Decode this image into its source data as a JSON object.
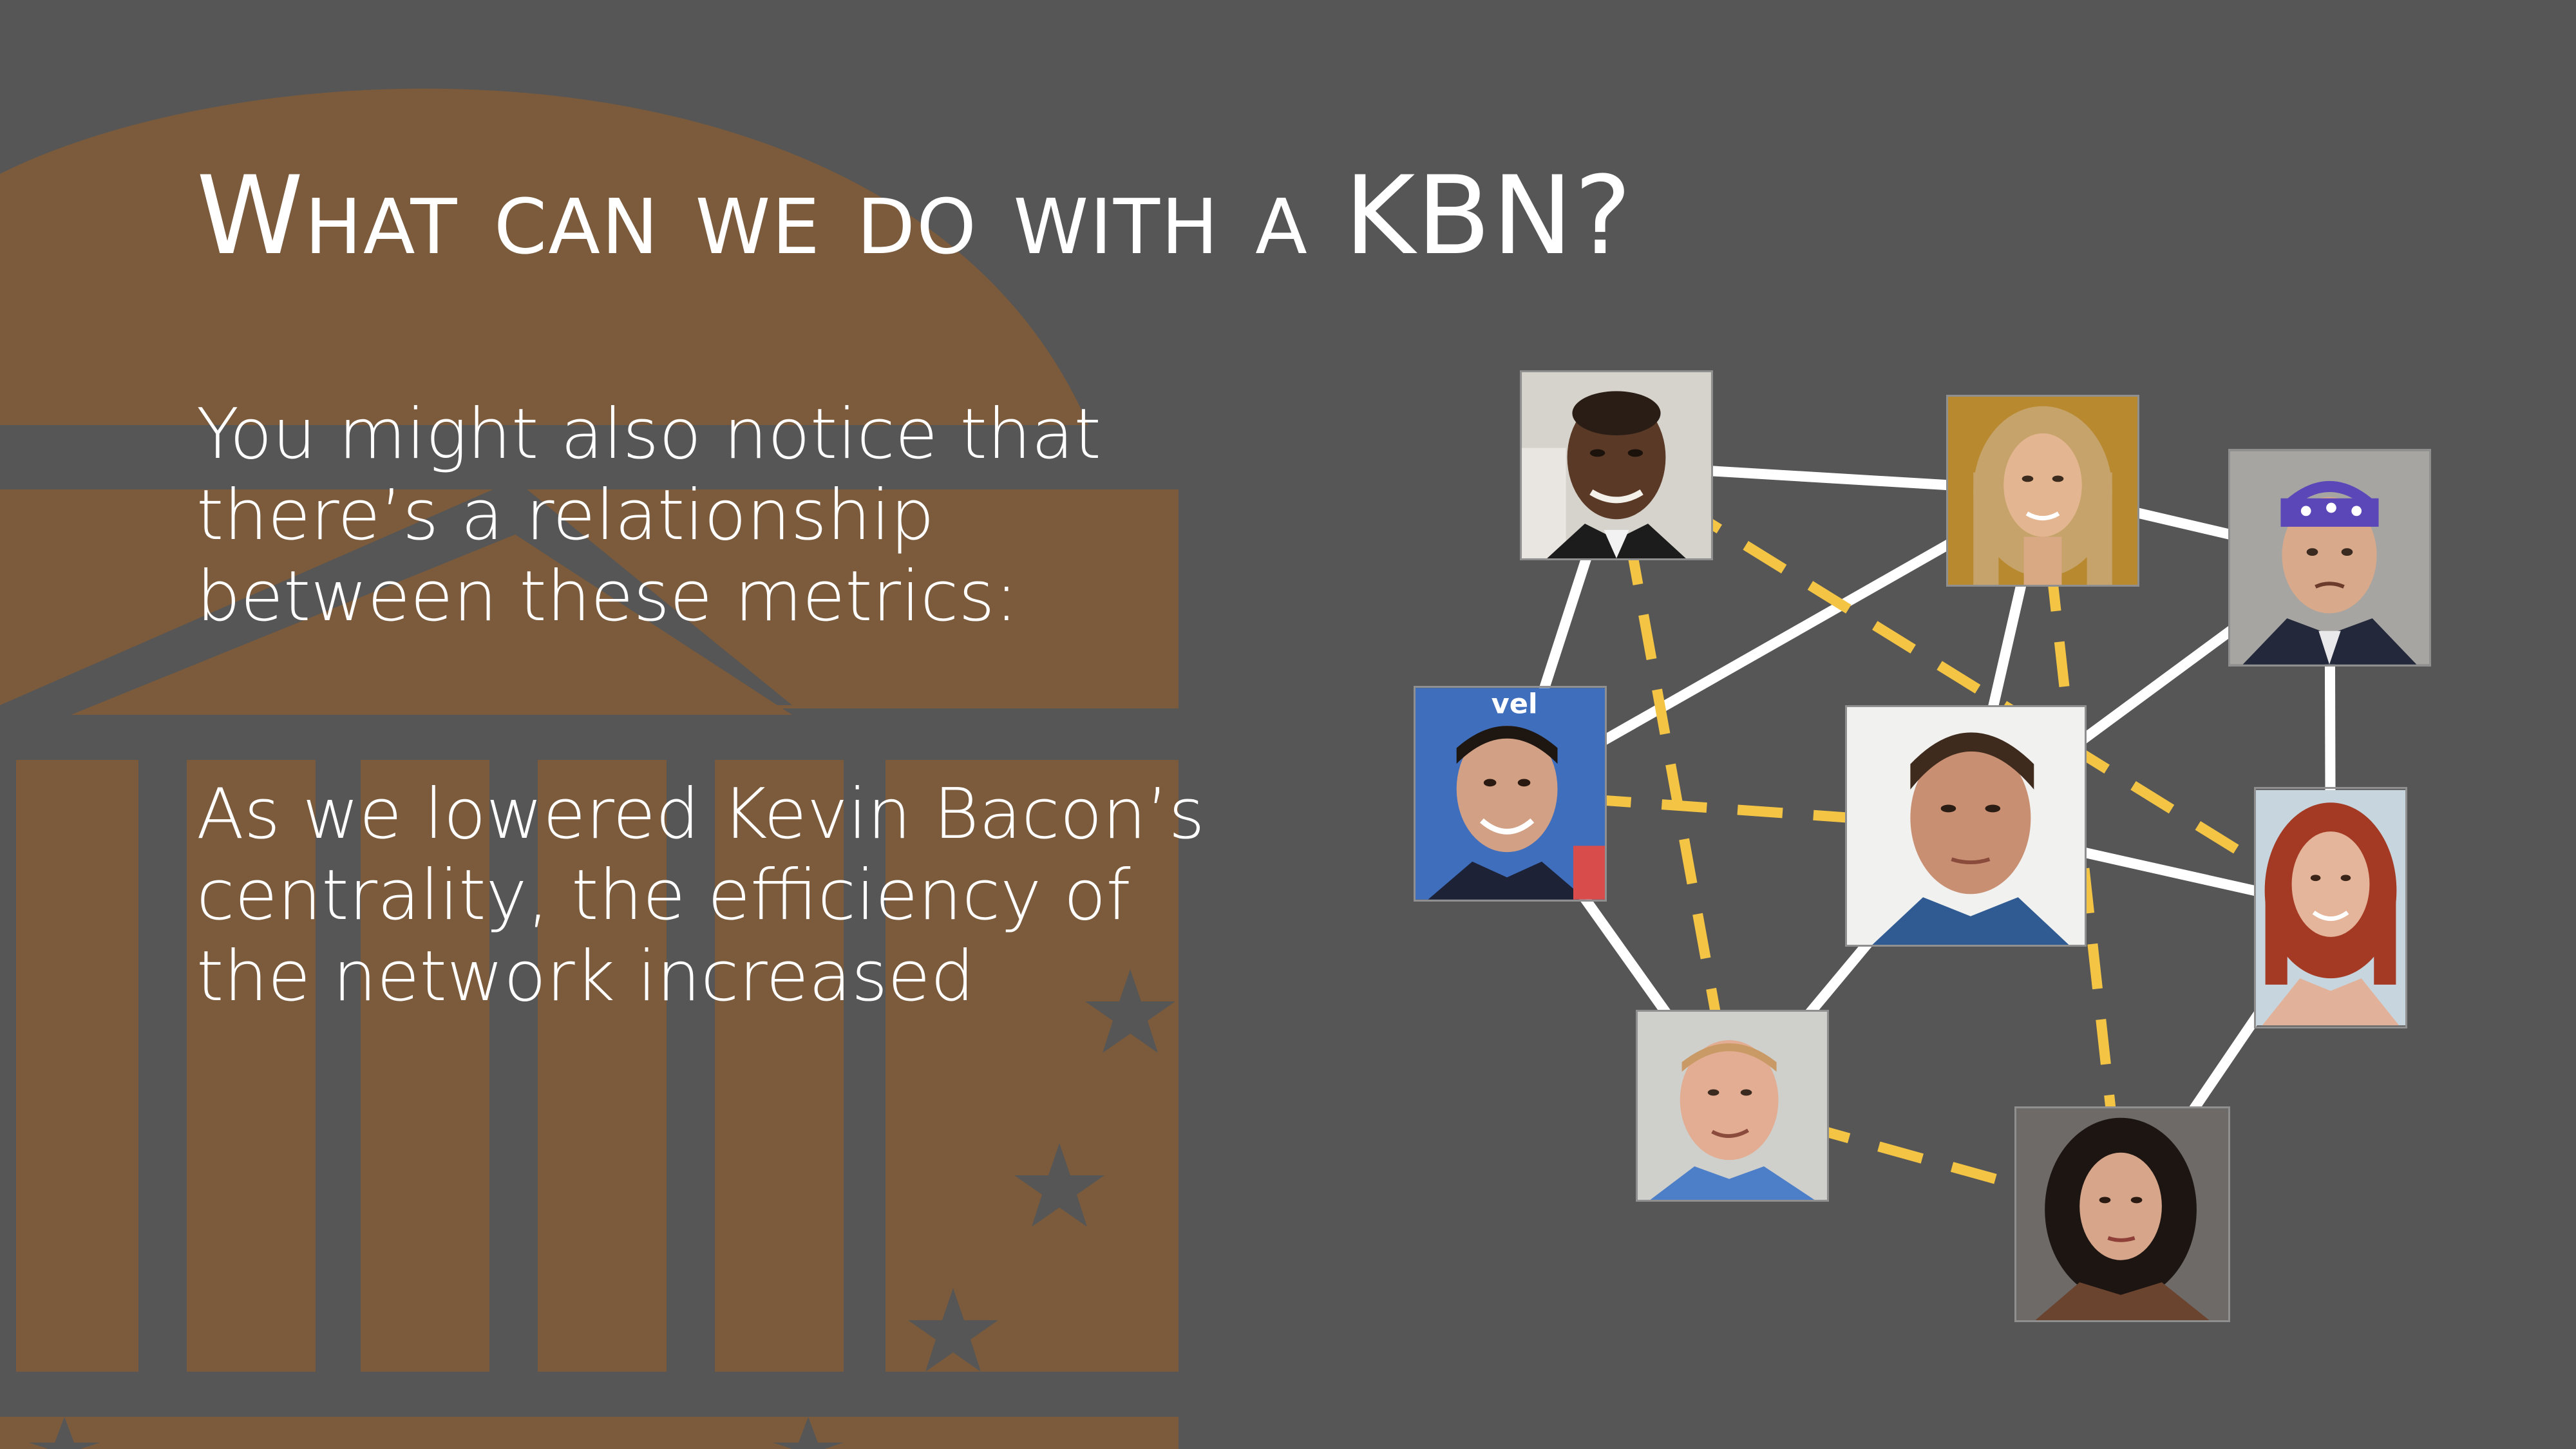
{
  "slide": {
    "title": "What can we do with a KBN?",
    "paragraph_1": "You might also notice that\nthere’s a relationship\nbetween these metrics:",
    "paragraph_2": "As we lowered Kevin Bacon’s\ncentrality, the efficiency of\nthe network increased"
  },
  "colors": {
    "background": "#565656",
    "emblem": "#7b5b3c",
    "text": "#ffffff",
    "solid_edge": "#ffffff",
    "dashed_edge": "#f4c545"
  },
  "network": {
    "nodes": [
      {
        "id": "portrait-1"
      },
      {
        "id": "portrait-2"
      },
      {
        "id": "portrait-3"
      },
      {
        "id": "portrait-4"
      },
      {
        "id": "portrait-5"
      },
      {
        "id": "portrait-6"
      },
      {
        "id": "portrait-7"
      },
      {
        "id": "portrait-8"
      }
    ],
    "solid_edges": [
      [
        "portrait-1",
        "portrait-2"
      ],
      [
        "portrait-1",
        "portrait-4"
      ],
      [
        "portrait-2",
        "portrait-3"
      ],
      [
        "portrait-2",
        "portrait-4"
      ],
      [
        "portrait-2",
        "portrait-5"
      ],
      [
        "portrait-3",
        "portrait-5"
      ],
      [
        "portrait-3",
        "portrait-6"
      ],
      [
        "portrait-4",
        "portrait-7"
      ],
      [
        "portrait-5",
        "portrait-6"
      ],
      [
        "portrait-5",
        "portrait-7"
      ],
      [
        "portrait-6",
        "portrait-8"
      ]
    ],
    "dashed_edges": [
      [
        "portrait-1",
        "portrait-6"
      ],
      [
        "portrait-1",
        "portrait-7"
      ],
      [
        "portrait-2",
        "portrait-8"
      ],
      [
        "portrait-4",
        "portrait-5"
      ],
      [
        "portrait-7",
        "portrait-8"
      ]
    ]
  }
}
